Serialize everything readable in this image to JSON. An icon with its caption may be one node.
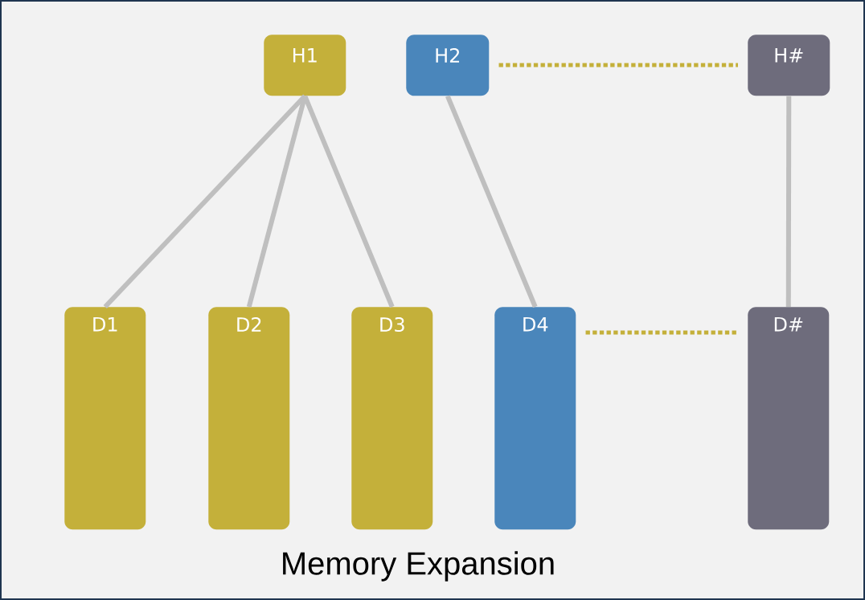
{
  "diagram": {
    "caption": "Memory Expansion",
    "nodes": [
      {
        "text": [
          "H1"
        ]
      },
      {
        "text": [
          "H2"
        ]
      },
      {
        "text": [
          "H#"
        ]
      },
      {
        "text": [
          "D1"
        ]
      },
      {
        "text": [
          "D2"
        ]
      },
      {
        "text": [
          "D3"
        ]
      },
      {
        "text": [
          "D4"
        ]
      },
      {
        "text": [
          "D#"
        ]
      }
    ],
    "edges": [
      {
        "from": 0,
        "to": 3,
        "arrow": "none"
      },
      {
        "from": 0,
        "to": 4,
        "arrow": "none"
      },
      {
        "from": 0,
        "to": 5,
        "arrow": "none"
      },
      {
        "from": 1,
        "to": 6,
        "arrow": "none"
      },
      {
        "from": 2,
        "to": 7,
        "arrow": "none"
      },
      {
        "from": 1,
        "to": 2,
        "arrow": "none",
        "style": "dashed",
        "color": "#c4b03a"
      },
      {
        "from": 6,
        "to": 7,
        "arrow": "none",
        "style": "dashed",
        "color": "#c4b03a"
      }
    ]
  }
}
